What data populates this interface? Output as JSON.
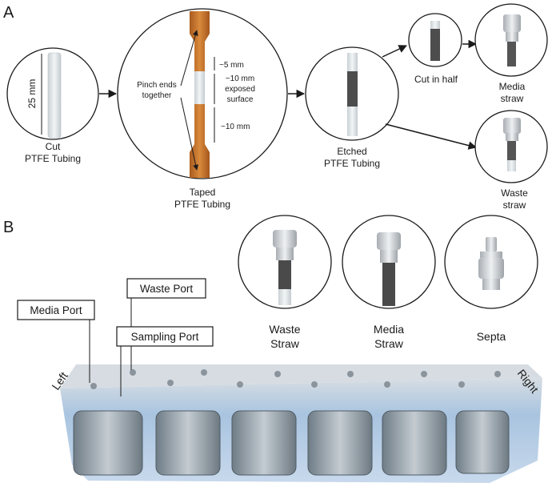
{
  "panelA": {
    "letter": "A",
    "cut": {
      "dim": "25 mm",
      "caption": [
        "Cut",
        "PTFE Tubing"
      ]
    },
    "taped": {
      "pinch": [
        "Pinch ends",
        "together"
      ],
      "top": "~5 mm",
      "middle": [
        "~10 mm",
        "exposed",
        "surface"
      ],
      "bottom": "~10 mm",
      "caption": [
        "Taped",
        "PTFE Tubing"
      ]
    },
    "etched": {
      "caption": [
        "Etched",
        "PTFE Tubing"
      ]
    },
    "half": {
      "caption": "Cut in half"
    },
    "media": {
      "caption": [
        "Media",
        "straw"
      ]
    },
    "waste": {
      "caption": [
        "Waste",
        "straw"
      ]
    }
  },
  "panelB": {
    "letter": "B",
    "items": [
      {
        "caption": [
          "Waste",
          "Straw"
        ]
      },
      {
        "caption": [
          "Media",
          "Straw"
        ]
      },
      {
        "caption": [
          "Septa"
        ]
      }
    ],
    "ports": {
      "media": "Media Port",
      "waste": "Waste Port",
      "sampling": "Sampling Port"
    },
    "sides": {
      "left": "Left",
      "right": "Right"
    }
  },
  "colors": {
    "tape": "#c8742a",
    "tube": "#dde3e6",
    "etched": "#4a4a4a",
    "cap": "#c9cdd1",
    "plate": "#b6cfe6"
  }
}
